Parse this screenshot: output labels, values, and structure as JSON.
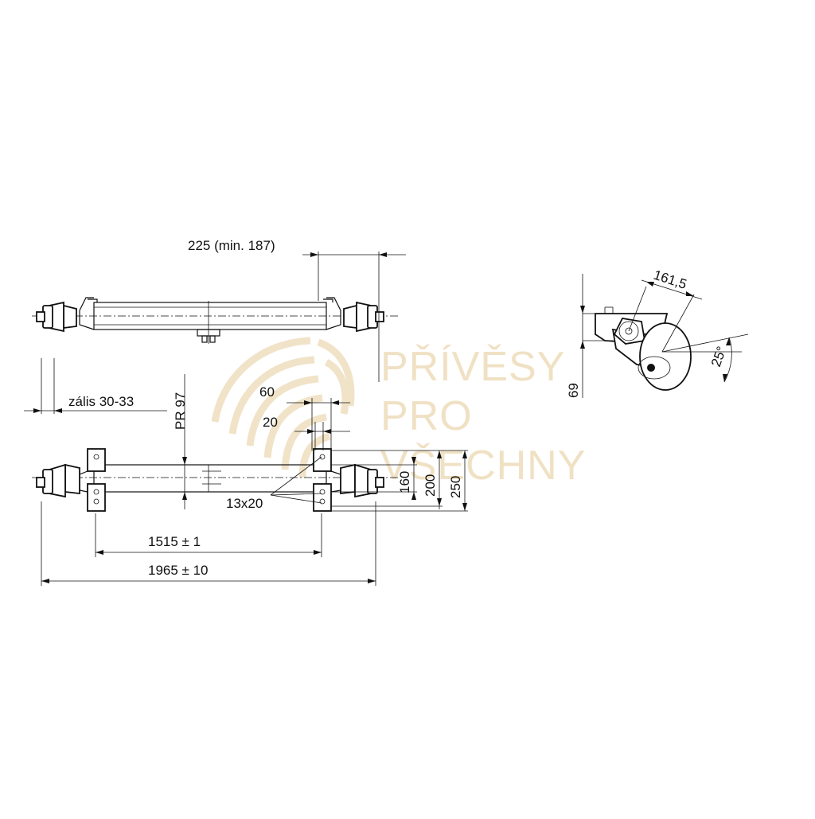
{
  "drawing": {
    "dim_top": "225 (min. 187)",
    "dim_offset": "zális 30-33",
    "dim_pr": "PR 97",
    "dim_60": "60",
    "dim_20": "20",
    "dim_160": "160",
    "dim_200": "200",
    "dim_250": "250",
    "dim_holes": "13x20",
    "dim_1515": "1515 ± 1",
    "dim_1965": "1965 ± 10",
    "dim_1615": "161,5",
    "dim_69": "69",
    "dim_angle": "25°"
  },
  "watermark": {
    "line1": "PŘÍVĚSY",
    "line2": "PRO",
    "line3": "VŠECHNY"
  },
  "colors": {
    "ink": "#111111",
    "watermark": "#f0e1c4"
  }
}
